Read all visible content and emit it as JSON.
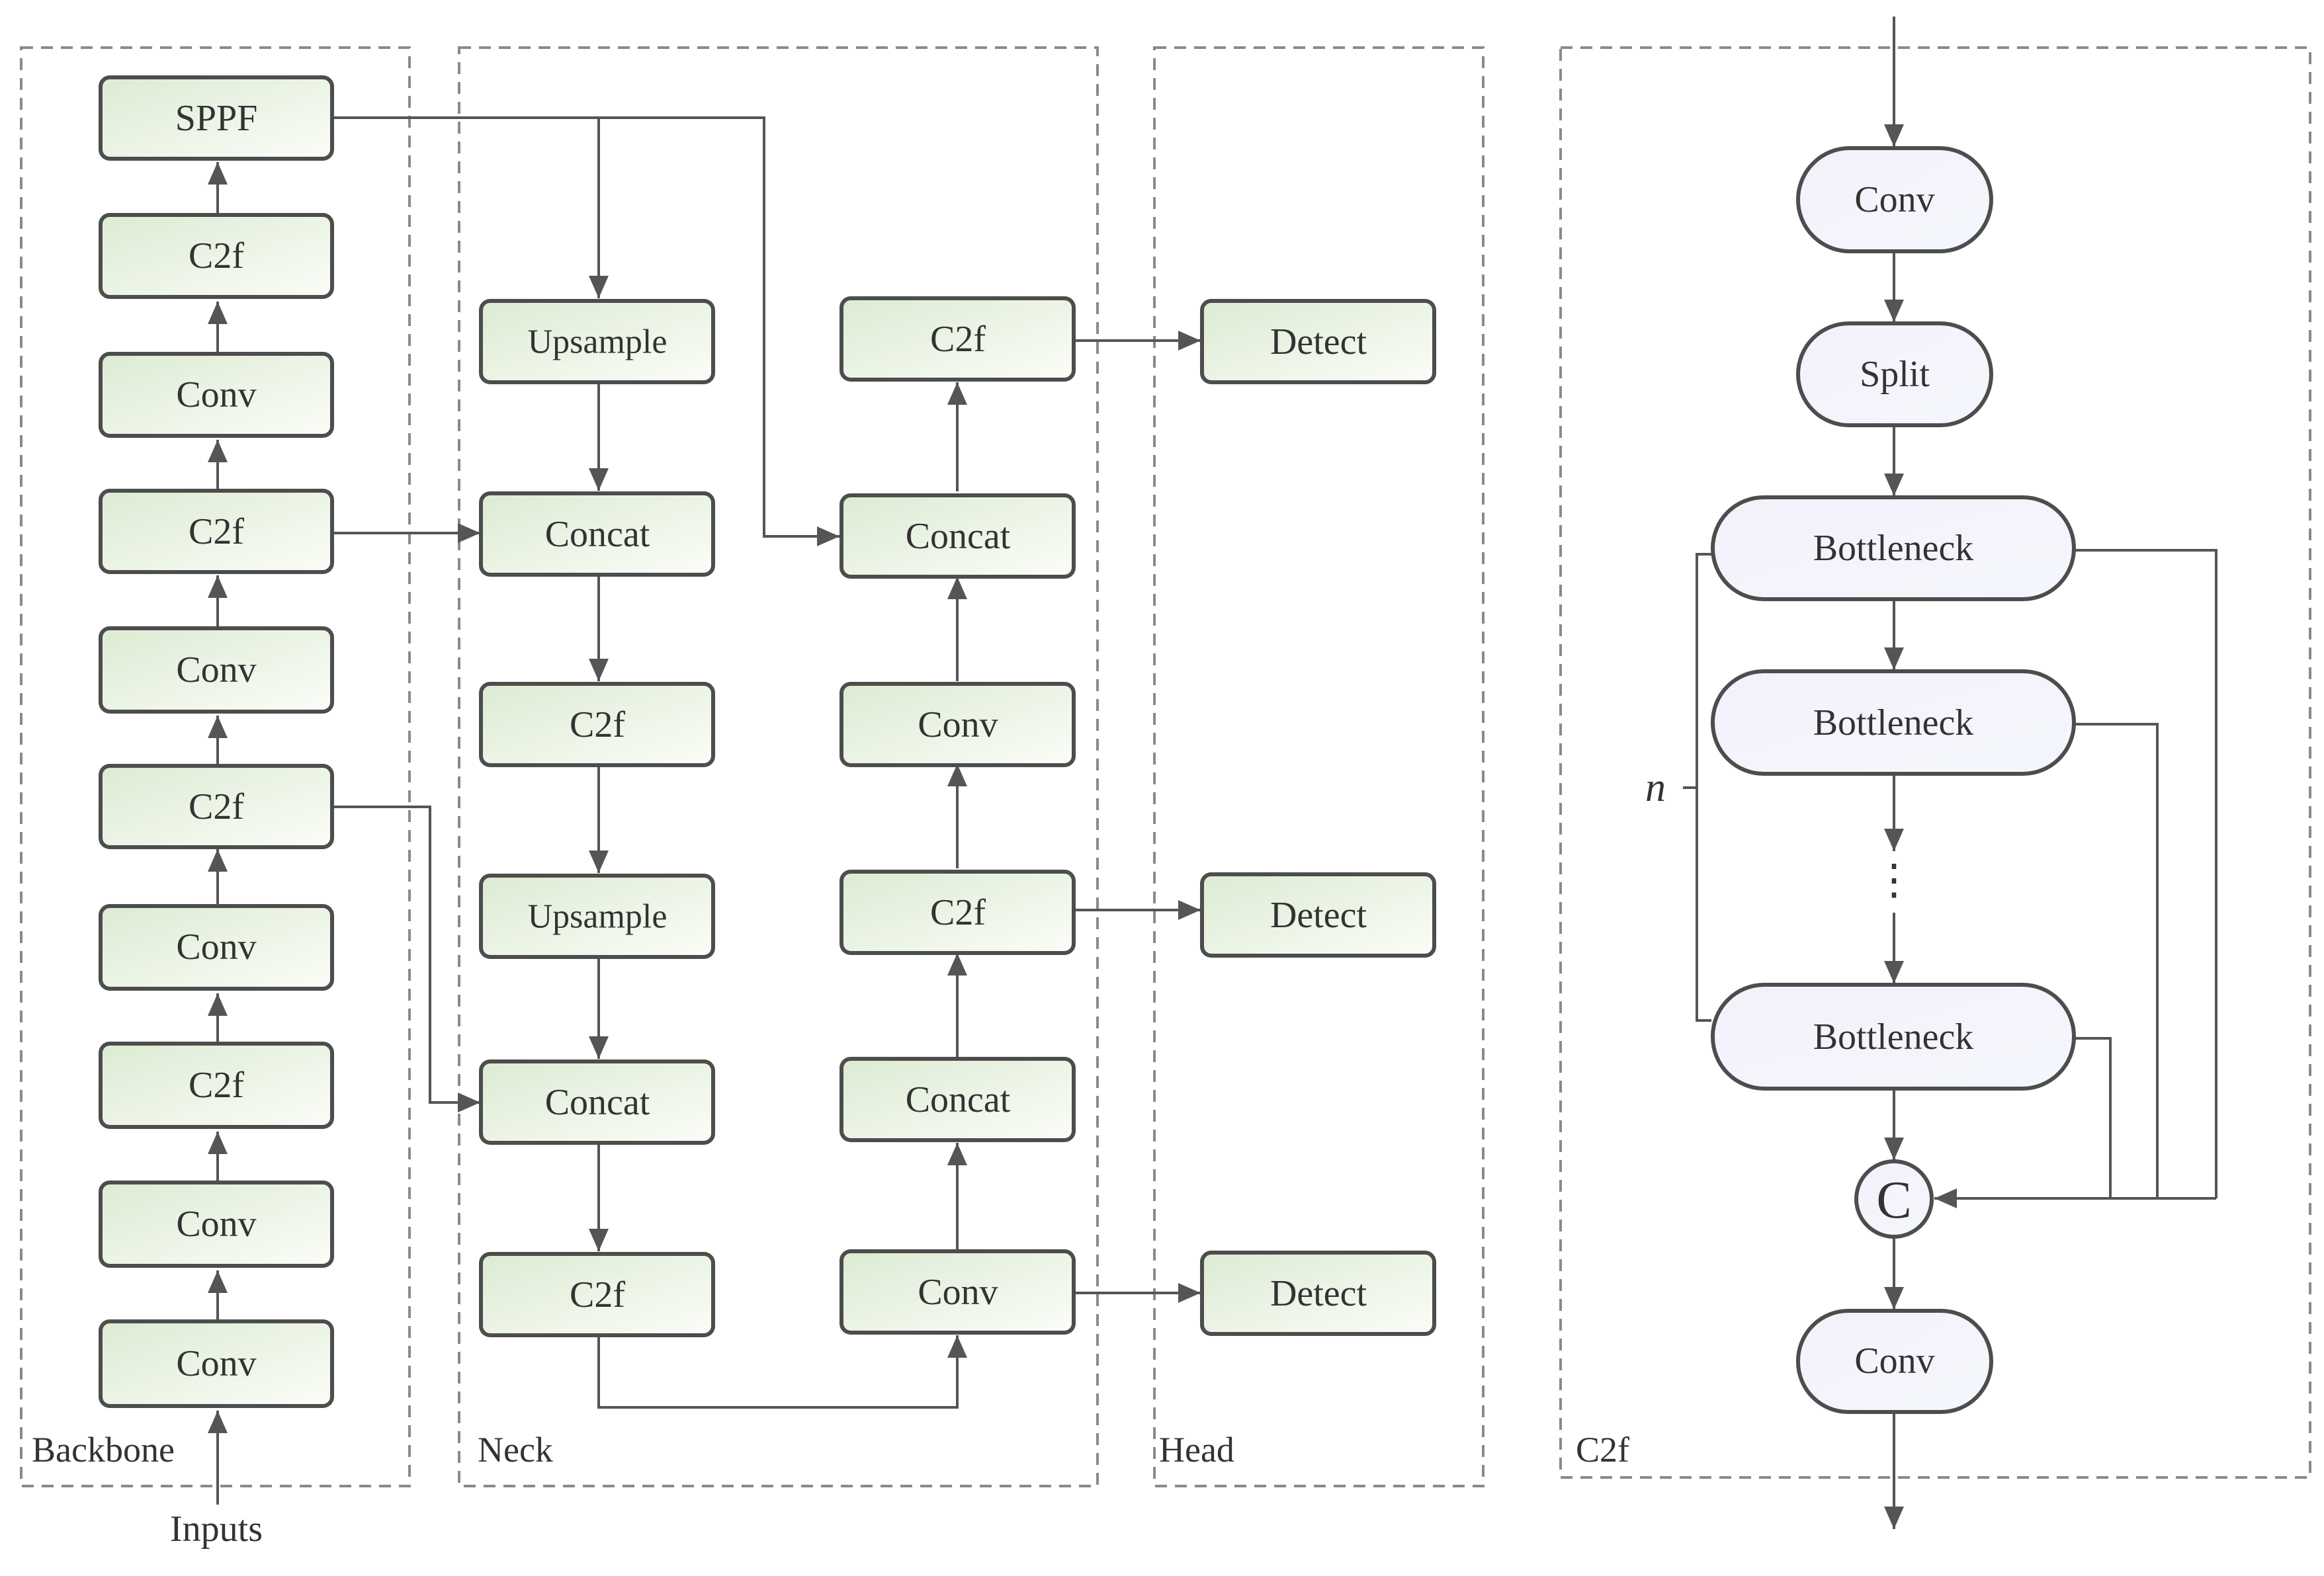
{
  "panels": {
    "backbone": "Backbone",
    "neck": "Neck",
    "head": "Head",
    "c2f": "C2f"
  },
  "backbone": [
    "SPPF",
    "C2f",
    "Conv",
    "C2f",
    "Conv",
    "C2f",
    "Conv",
    "C2f",
    "Conv",
    "Conv"
  ],
  "inputs_label": "Inputs",
  "neck": {
    "left_column": [
      "Upsample",
      "Concat",
      "C2f",
      "Upsample",
      "Concat",
      "C2f"
    ],
    "right_column": [
      "C2f",
      "Concat",
      "Conv",
      "C2f",
      "Concat",
      "Conv"
    ]
  },
  "head": [
    "Detect",
    "Detect",
    "Detect"
  ],
  "c2f_detail": {
    "conv_top": "Conv",
    "split": "Split",
    "bottleneck_1": "Bottleneck",
    "bottleneck_2": "Bottleneck",
    "bottleneck_n": "Bottleneck",
    "ellipsis": "⋮",
    "repeat_label": "n",
    "concat_symbol": "C",
    "conv_bottom": "Conv"
  }
}
